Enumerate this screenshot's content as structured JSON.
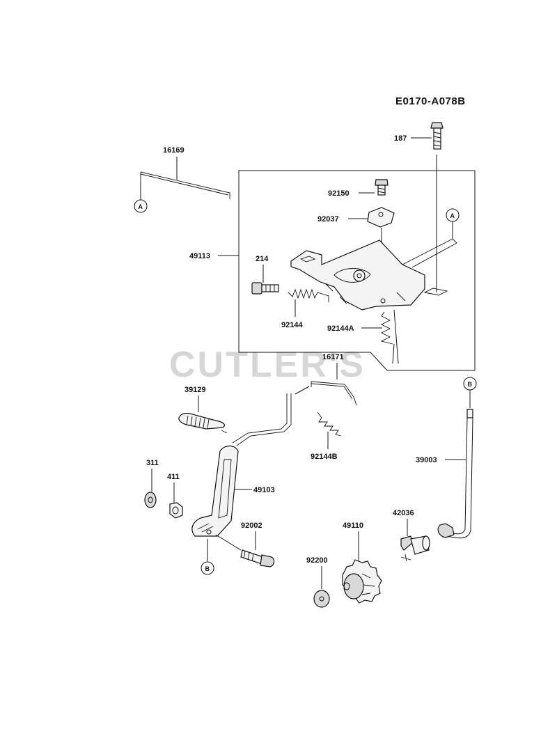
{
  "diagram": {
    "code": "E0170-A078B",
    "watermark": "CUTLER'S",
    "callouts": {
      "p16169": "16169",
      "p187": "187",
      "p92150": "92150",
      "p92037": "92037",
      "p49113": "49113",
      "p214": "214",
      "p92144": "92144",
      "p92144A": "92144A",
      "p16171": "16171",
      "p39129": "39129",
      "p92144B": "92144B",
      "p39003": "39003",
      "p311": "311",
      "p411": "411",
      "p49103": "49103",
      "p92002": "92002",
      "p49110": "49110",
      "p42036": "42036",
      "p92200": "92200"
    },
    "refs": {
      "a": "A",
      "b": "B"
    }
  }
}
